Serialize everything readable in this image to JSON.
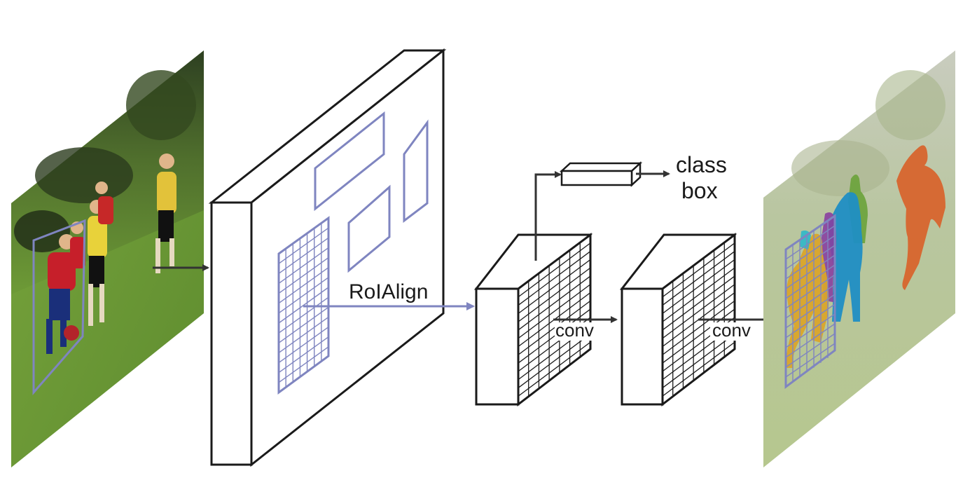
{
  "labels": {
    "roialign": "RoIAlign",
    "class": "class",
    "box": "box",
    "conv1": "conv",
    "conv2": "conv"
  },
  "colors": {
    "roi_blue": "#7f85c0",
    "outline": "#1a1a1a",
    "arrow": "#333333",
    "grass": "#6e9a35",
    "mask_yellow": "#d9a52a",
    "mask_purple": "#8a3fa0",
    "mask_blue": "#1f8ec4",
    "mask_green": "#6aa23a",
    "mask_orange": "#d8622a",
    "mask_cyan": "#2fb7c9"
  },
  "icons": {
    "input_image": "soccer-photo",
    "output_image": "segmented-soccer-photo"
  }
}
